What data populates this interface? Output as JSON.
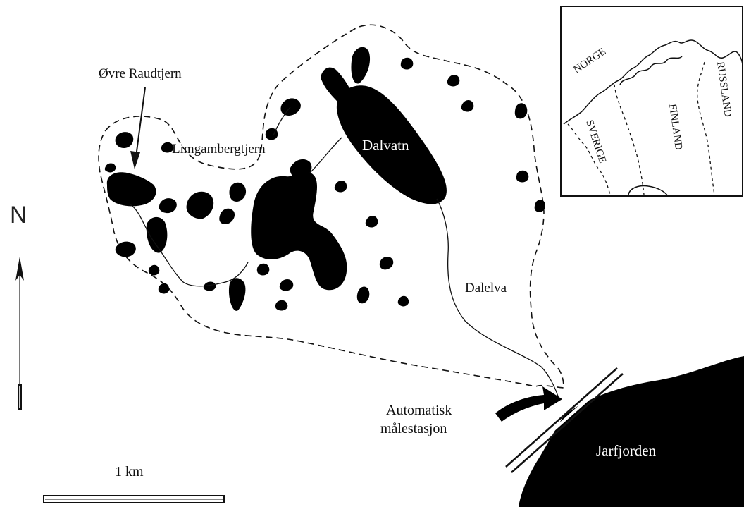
{
  "labels": {
    "ovre_raudtjern": "Øvre Raudtjern",
    "limgambergtjern": "Limgambergtjern",
    "dalvatn": "Dalvatn",
    "dalelva": "Dalelva",
    "station_line1": "Automatisk",
    "station_line2": "målestasjon",
    "jarfjorden": "Jarfjorden",
    "north": "N",
    "scale": "1 km"
  },
  "inset": {
    "norge": "NORGE",
    "sverige": "SVERIGE",
    "finland": "FINLAND",
    "russland": "RUSSLAND"
  },
  "colors": {
    "water": "#000000",
    "line": "#111111",
    "background": "#ffffff"
  }
}
